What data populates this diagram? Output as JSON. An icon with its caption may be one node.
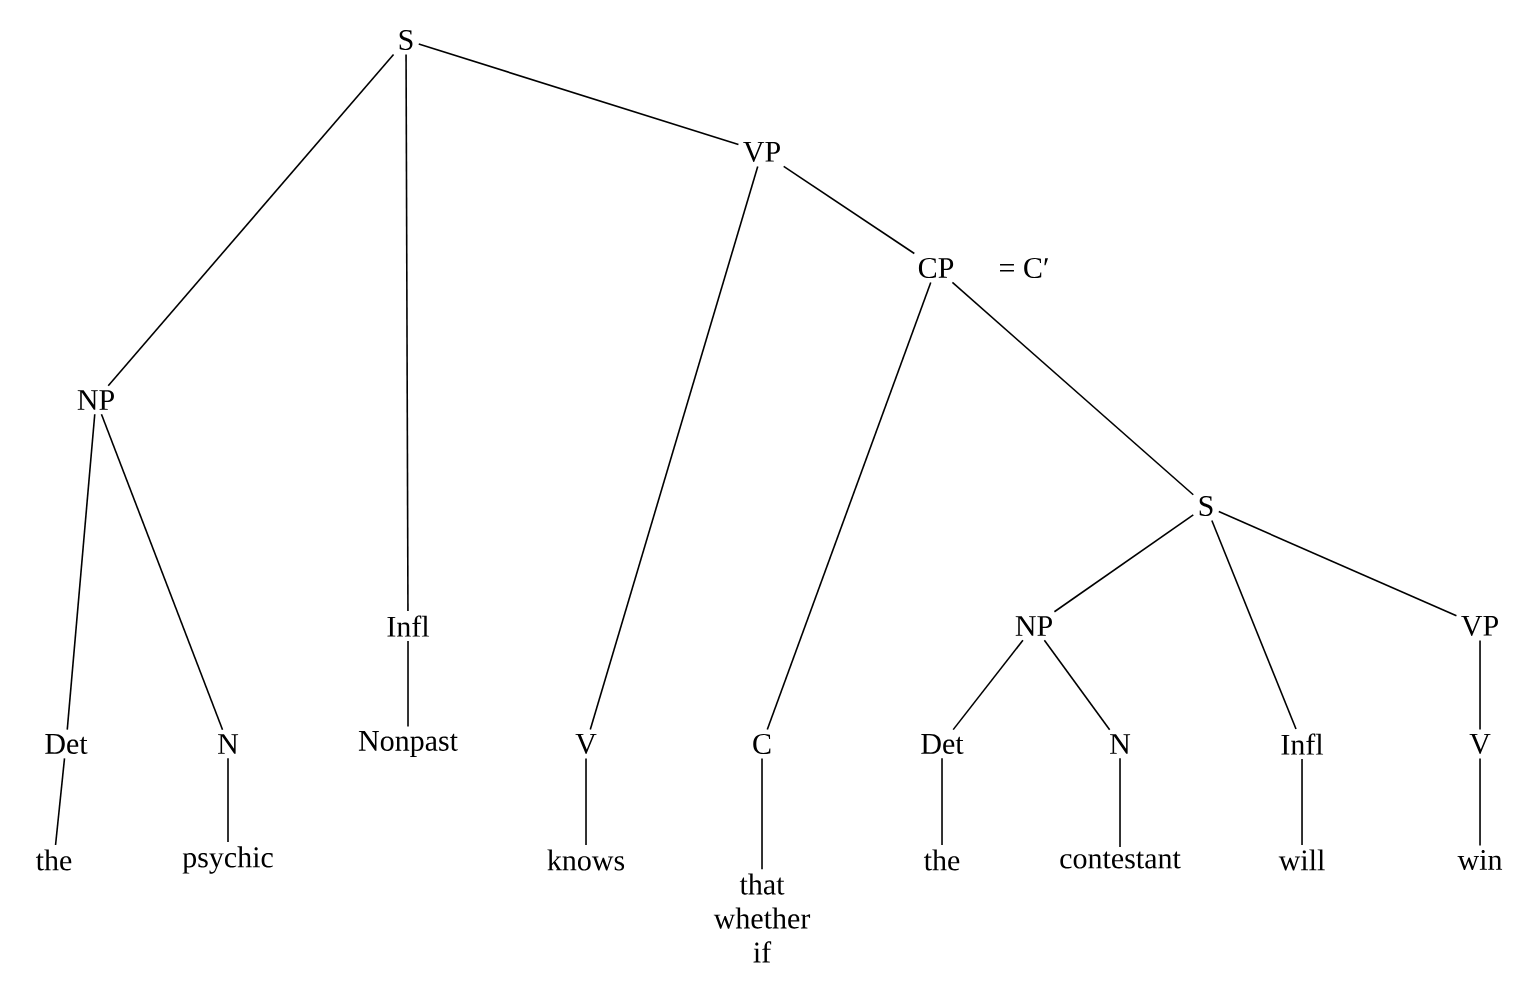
{
  "diagram": {
    "nodes": [
      {
        "text": [
          "S"
        ]
      },
      {
        "text": [
          "NP"
        ]
      },
      {
        "text": [
          "Det"
        ]
      },
      {
        "text": [
          "the"
        ]
      },
      {
        "text": [
          "N"
        ]
      },
      {
        "text": [
          "psychic"
        ]
      },
      {
        "text": [
          "Infl"
        ]
      },
      {
        "text": [
          "Nonpast"
        ]
      },
      {
        "text": [
          "VP"
        ]
      },
      {
        "text": [
          "V"
        ]
      },
      {
        "text": [
          "knows"
        ]
      },
      {
        "text": [
          "CP"
        ]
      },
      {
        "text": [
          "C"
        ]
      },
      {
        "text": [
          "that",
          "whether",
          "if"
        ]
      },
      {
        "text": [
          "S"
        ]
      },
      {
        "text": [
          "NP"
        ]
      },
      {
        "text": [
          "Det"
        ]
      },
      {
        "text": [
          "the"
        ]
      },
      {
        "text": [
          "N"
        ]
      },
      {
        "text": [
          "contestant"
        ]
      },
      {
        "text": [
          "Infl"
        ]
      },
      {
        "text": [
          "will"
        ]
      },
      {
        "text": [
          "VP"
        ]
      },
      {
        "text": [
          "V"
        ]
      },
      {
        "text": [
          "win"
        ]
      }
    ],
    "edges": [
      {
        "from": 0,
        "to": 1,
        "arrow": "none"
      },
      {
        "from": 0,
        "to": 6,
        "arrow": "none"
      },
      {
        "from": 0,
        "to": 8,
        "arrow": "none"
      },
      {
        "from": 1,
        "to": 2,
        "arrow": "none"
      },
      {
        "from": 1,
        "to": 4,
        "arrow": "none"
      },
      {
        "from": 2,
        "to": 3,
        "arrow": "none"
      },
      {
        "from": 4,
        "to": 5,
        "arrow": "none"
      },
      {
        "from": 6,
        "to": 7,
        "arrow": "none"
      },
      {
        "from": 8,
        "to": 9,
        "arrow": "none"
      },
      {
        "from": 8,
        "to": 11,
        "arrow": "none"
      },
      {
        "from": 9,
        "to": 10,
        "arrow": "none"
      },
      {
        "from": 11,
        "to": 12,
        "arrow": "none"
      },
      {
        "from": 11,
        "to": 14,
        "arrow": "none"
      },
      {
        "from": 12,
        "to": 13,
        "arrow": "none"
      },
      {
        "from": 14,
        "to": 15,
        "arrow": "none"
      },
      {
        "from": 14,
        "to": 20,
        "arrow": "none"
      },
      {
        "from": 14,
        "to": 22,
        "arrow": "none"
      },
      {
        "from": 15,
        "to": 16,
        "arrow": "none"
      },
      {
        "from": 15,
        "to": 18,
        "arrow": "none"
      },
      {
        "from": 16,
        "to": 17,
        "arrow": "none"
      },
      {
        "from": 18,
        "to": 19,
        "arrow": "none"
      },
      {
        "from": 20,
        "to": 21,
        "arrow": "none"
      },
      {
        "from": 22,
        "to": 23,
        "arrow": "none"
      },
      {
        "from": 23,
        "to": 24,
        "arrow": "none"
      }
    ],
    "labels": [
      "= C′"
    ]
  }
}
